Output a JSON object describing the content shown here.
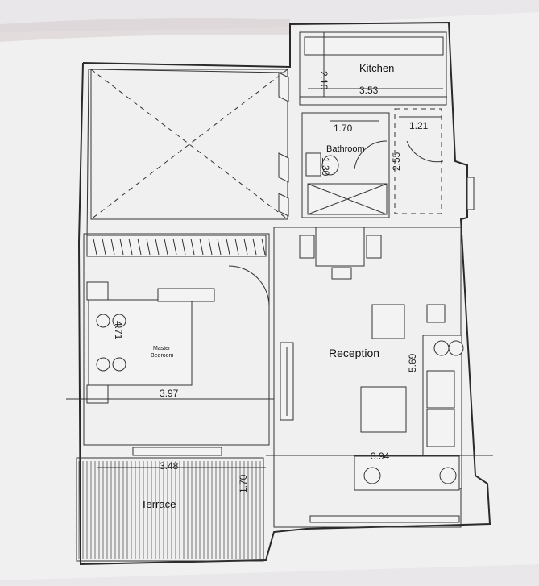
{
  "rooms": {
    "kitchen": "Kitchen",
    "bathroom": "Bathroom",
    "reception": "Reception",
    "master_bedroom_line1": "Master",
    "master_bedroom_line2": "Bedroom",
    "terrace": "Terrace"
  },
  "dimensions": {
    "kitchen_width": "3.53",
    "kitchen_depth": "2.10",
    "bath_width": "1.70",
    "bath_small": "1.30",
    "hall_width": "1.21",
    "hall_depth": "2.55",
    "bedroom_depth": "4.71",
    "bedroom_width": "3.97",
    "reception_depth": "5.69",
    "reception_width": "3.94",
    "terrace_width": "3.48",
    "terrace_depth": "1.70"
  }
}
